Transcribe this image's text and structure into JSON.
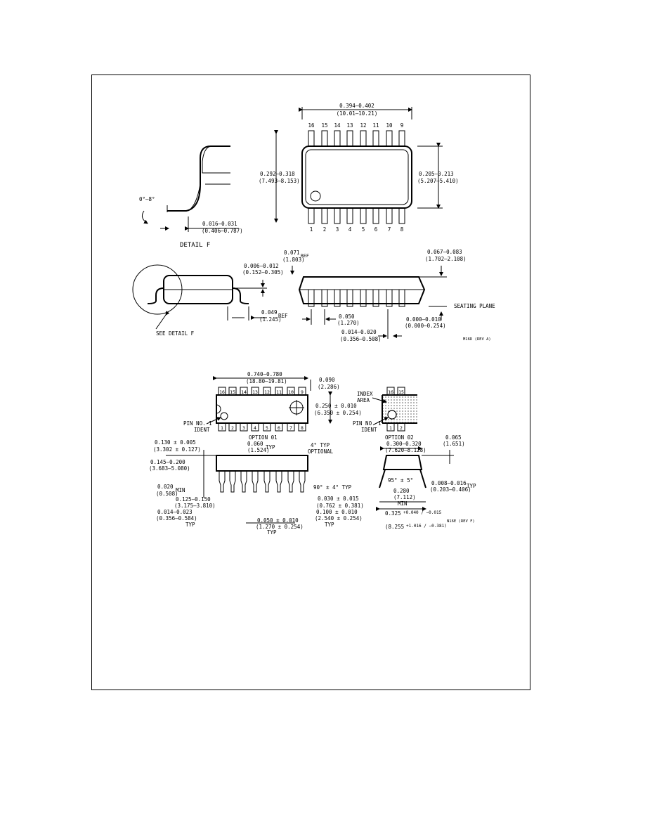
{
  "soic": {
    "top_pins": [
      "16",
      "15",
      "14",
      "13",
      "12",
      "11",
      "10",
      "9"
    ],
    "bottom_pins": [
      "1",
      "2",
      "3",
      "4",
      "5",
      "6",
      "7",
      "8"
    ],
    "dim_width": "0.394–0.402",
    "dim_width_mm": "(10.01–10.21)",
    "dim_body_left": "0.292–0.318",
    "dim_body_left_mm": "(7.493–8.153)",
    "dim_body_right": "0.205–0.213",
    "dim_body_right_mm": "(5.207–5.410)",
    "dim_angle": "0°–8°",
    "dim_lead": "0.016–0.031",
    "dim_lead_mm": "(0.406–0.787)",
    "detail_label": "DETAIL F",
    "dim_thk": "0.006–0.012",
    "dim_thk_mm": "(0.152–0.305)",
    "see_detail": "SEE DETAIL F",
    "dim_foot": "0.049",
    "dim_foot_mm": "(1.245)",
    "ref": "REF",
    "dim_071": "0.071",
    "dim_071_mm": "(1.803)",
    "ref2": "REF",
    "dim_height": "0.067–0.083",
    "dim_height_mm": "(1.702–2.108)",
    "dim_050": "0.050",
    "dim_050_mm": "(1.270)",
    "dim_pin": "0.014–0.020",
    "dim_pin_mm": "(0.356–0.508)",
    "dim_standoff": "0.000–0.010",
    "dim_standoff_mm": "(0.000–0.254)",
    "seating_plane": "SEATING PLANE",
    "drawing_id": "M16D (REV A)"
  },
  "dip": {
    "top_pins": [
      "16",
      "15",
      "14",
      "13",
      "12",
      "11",
      "10",
      "9"
    ],
    "bottom_pins": [
      "1",
      "2",
      "3",
      "4",
      "5",
      "6",
      "7",
      "8"
    ],
    "dim_len": "0.740–0.780",
    "dim_len_mm": "(18.80–19.81)",
    "dim_090": "0.090",
    "dim_090_mm": "(2.286)",
    "dim_250": "0.250 ± 0.010",
    "dim_250_mm": "(6.350 ± 0.254)",
    "pin_no_1": "PIN NO. 1",
    "ident": "IDENT",
    "option1": "OPTION 01",
    "dim_130": "0.130 ± 0.005",
    "dim_130_mm": "(3.302 ± 0.127)",
    "dim_060": "0.060",
    "dim_060_mm": "(1.524)",
    "typ": "TYP",
    "angle_4": "4° TYP",
    "optional": "OPTIONAL",
    "dim_145": "0.145–0.200",
    "dim_145_mm": "(3.683–5.080)",
    "dim_020": "0.020",
    "dim_020_mm": "(0.508)",
    "min": "MIN",
    "dim_125": "0.125–0.150",
    "dim_125_mm": "(3.175–3.810)",
    "angle_90": "90° ± 4° TYP",
    "dim_014": "0.014–0.023",
    "dim_014_mm": "(0.356–0.584)",
    "typ2": "TYP",
    "dim_030": "0.030 ± 0.015",
    "dim_030_mm": "(0.762 ± 0.381)",
    "dim_050": "0.050 ± 0.010",
    "dim_050_mm": "(1.270 ± 0.254)",
    "typ3": "TYP",
    "dim_100": "0.100 ± 0.010",
    "dim_100_mm": "(2.540 ± 0.254)",
    "typ4": "TYP",
    "index_area": "INDEX",
    "index_area2": "AREA",
    "pin_no_1b": "PIN NO. 1",
    "ident2": "IDENT",
    "option2": "OPTION 02",
    "opt2_pins_top": [
      "16",
      "15"
    ],
    "opt2_pins_bot": [
      "1",
      "2"
    ],
    "dim_300": "0.300–0.320",
    "dim_300_mm": "(7.620–8.128)",
    "dim_065": "0.065",
    "dim_065_mm": "(1.651)",
    "angle_95": "95° ± 5°",
    "dim_280": "0.280",
    "dim_280_mm": "(7.112)",
    "min2": "MIN",
    "dim_008": "0.008–0.016",
    "dim_008_mm": "(0.203–0.406)",
    "typ5": "TYP",
    "dim_325": "0.325",
    "dim_325_tol": "+0.040 / −0.015",
    "dim_325_mm": "(8.255",
    "dim_325_mm_tol": "+1.016 / −0.381)",
    "drawing_id": "N16E (REV F)"
  }
}
